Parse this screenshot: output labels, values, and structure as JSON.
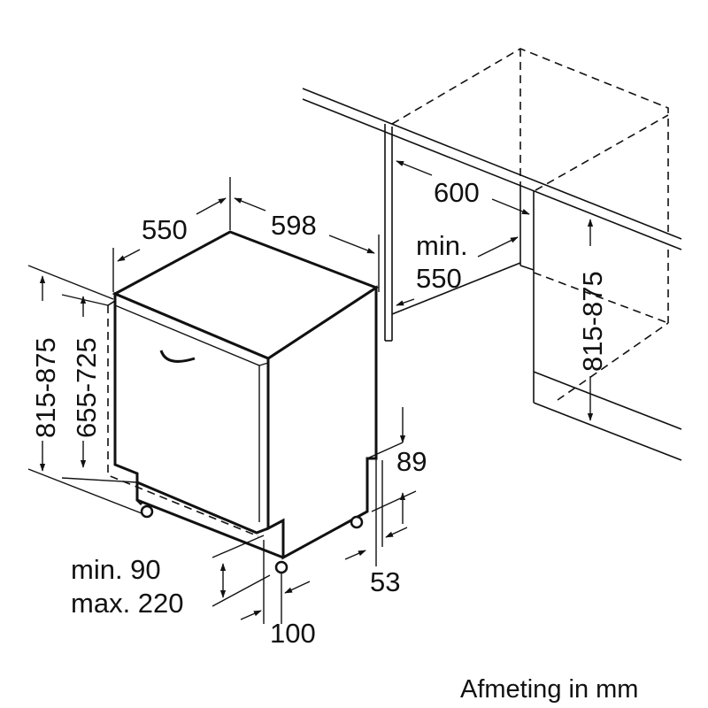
{
  "dimensions": {
    "depth": "550",
    "width": "598",
    "niche_width": "600",
    "niche_depth_line1": "min.",
    "niche_depth_line2": "550",
    "niche_height": "815-875",
    "total_height": "815-875",
    "door_height": "655-725",
    "top_offset": "89",
    "side_offset": "53",
    "plinth_line1": "min. 90",
    "plinth_line2": "max. 220",
    "plinth_depth": "100"
  },
  "caption": "Afmeting in mm"
}
